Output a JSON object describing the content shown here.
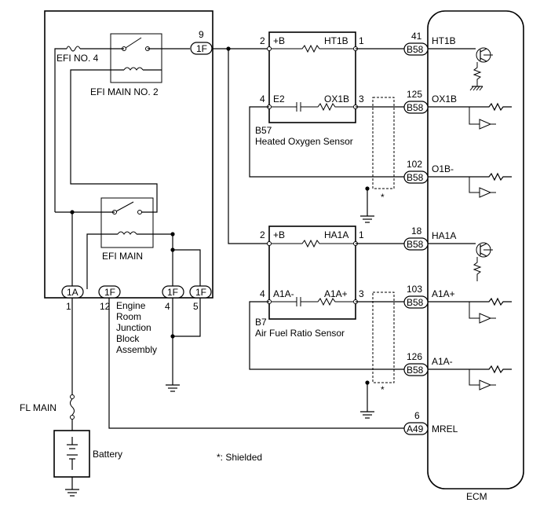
{
  "junction_block": {
    "name_lines": [
      "Engine",
      "Room",
      "Junction",
      "Block",
      "Assembly"
    ],
    "fuse_efi_no4": "EFI NO. 4",
    "relay_efi_main_no2": "EFI MAIN NO. 2",
    "relay_efi_main": "EFI MAIN",
    "connectors": [
      {
        "code": "1A",
        "pin": "1"
      },
      {
        "code": "1F",
        "pin": "12"
      },
      {
        "code": "1F",
        "pin": "4"
      },
      {
        "code": "1F",
        "pin": "5"
      },
      {
        "code": "1F",
        "pin": "9"
      }
    ]
  },
  "fl_main": "FL MAIN",
  "battery": "Battery",
  "sensors": [
    {
      "id": "B57",
      "name": "Heated Oxygen Sensor",
      "terminals": [
        {
          "name": "+B",
          "pin": "2"
        },
        {
          "name": "HT1B",
          "pin": "1"
        },
        {
          "name": "E2",
          "pin": "4"
        },
        {
          "name": "OX1B",
          "pin": "3"
        }
      ]
    },
    {
      "id": "B7",
      "name": "Air Fuel Ratio Sensor",
      "terminals": [
        {
          "name": "+B",
          "pin": "2"
        },
        {
          "name": "HA1A",
          "pin": "1"
        },
        {
          "name": "A1A-",
          "pin": "4"
        },
        {
          "name": "A1A+",
          "pin": "3"
        }
      ]
    }
  ],
  "ecm": {
    "label": "ECM",
    "terminals": [
      {
        "connector": "B58",
        "pin": "41",
        "signal": "HT1B"
      },
      {
        "connector": "B58",
        "pin": "125",
        "signal": "OX1B"
      },
      {
        "connector": "B58",
        "pin": "102",
        "signal": "O1B-"
      },
      {
        "connector": "B58",
        "pin": "18",
        "signal": "HA1A"
      },
      {
        "connector": "B58",
        "pin": "103",
        "signal": "A1A+"
      },
      {
        "connector": "B58",
        "pin": "126",
        "signal": "A1A-"
      },
      {
        "connector": "A49",
        "pin": "6",
        "signal": "MREL"
      }
    ]
  },
  "shield_marks": [
    "*",
    "*"
  ],
  "note": "*: Shielded"
}
